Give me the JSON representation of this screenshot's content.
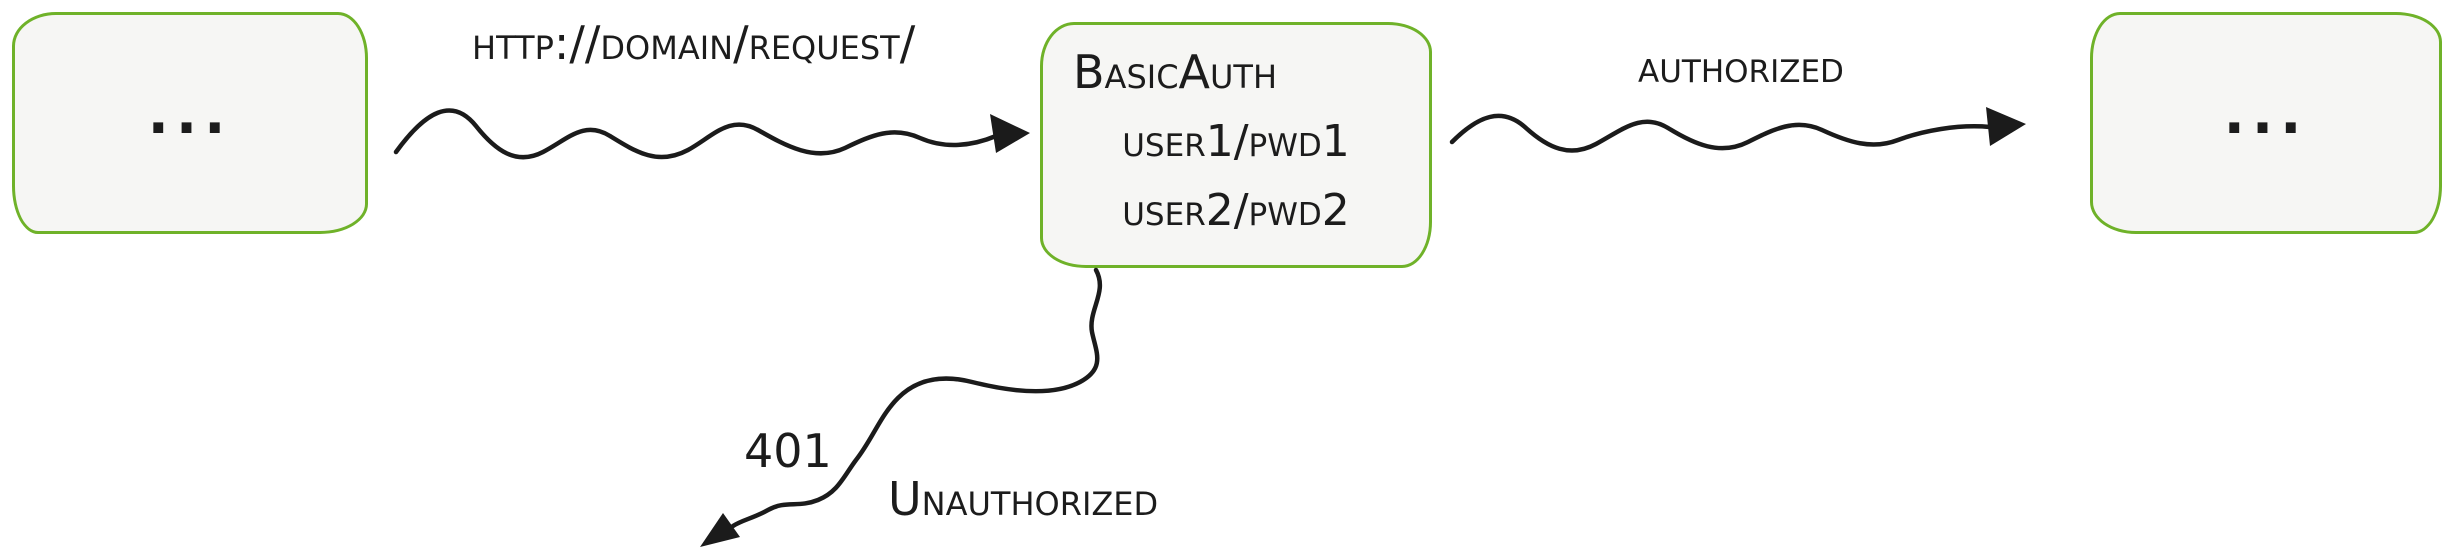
{
  "diagram": {
    "nodes": {
      "client": {
        "label": "..."
      },
      "basic_auth": {
        "title": "BasicAuth",
        "credentials": [
          "user1/pwd1",
          "user2/pwd2"
        ]
      },
      "server": {
        "label": "..."
      }
    },
    "labels": {
      "request": "http://domain/request/",
      "authorized": "authorized",
      "unauthorized_code": "401",
      "unauthorized_text": "Unauthorized"
    },
    "colors": {
      "node_stroke": "#6fb229",
      "node_fill": "#f6f6f4",
      "ink": "#1b1b1b"
    }
  }
}
